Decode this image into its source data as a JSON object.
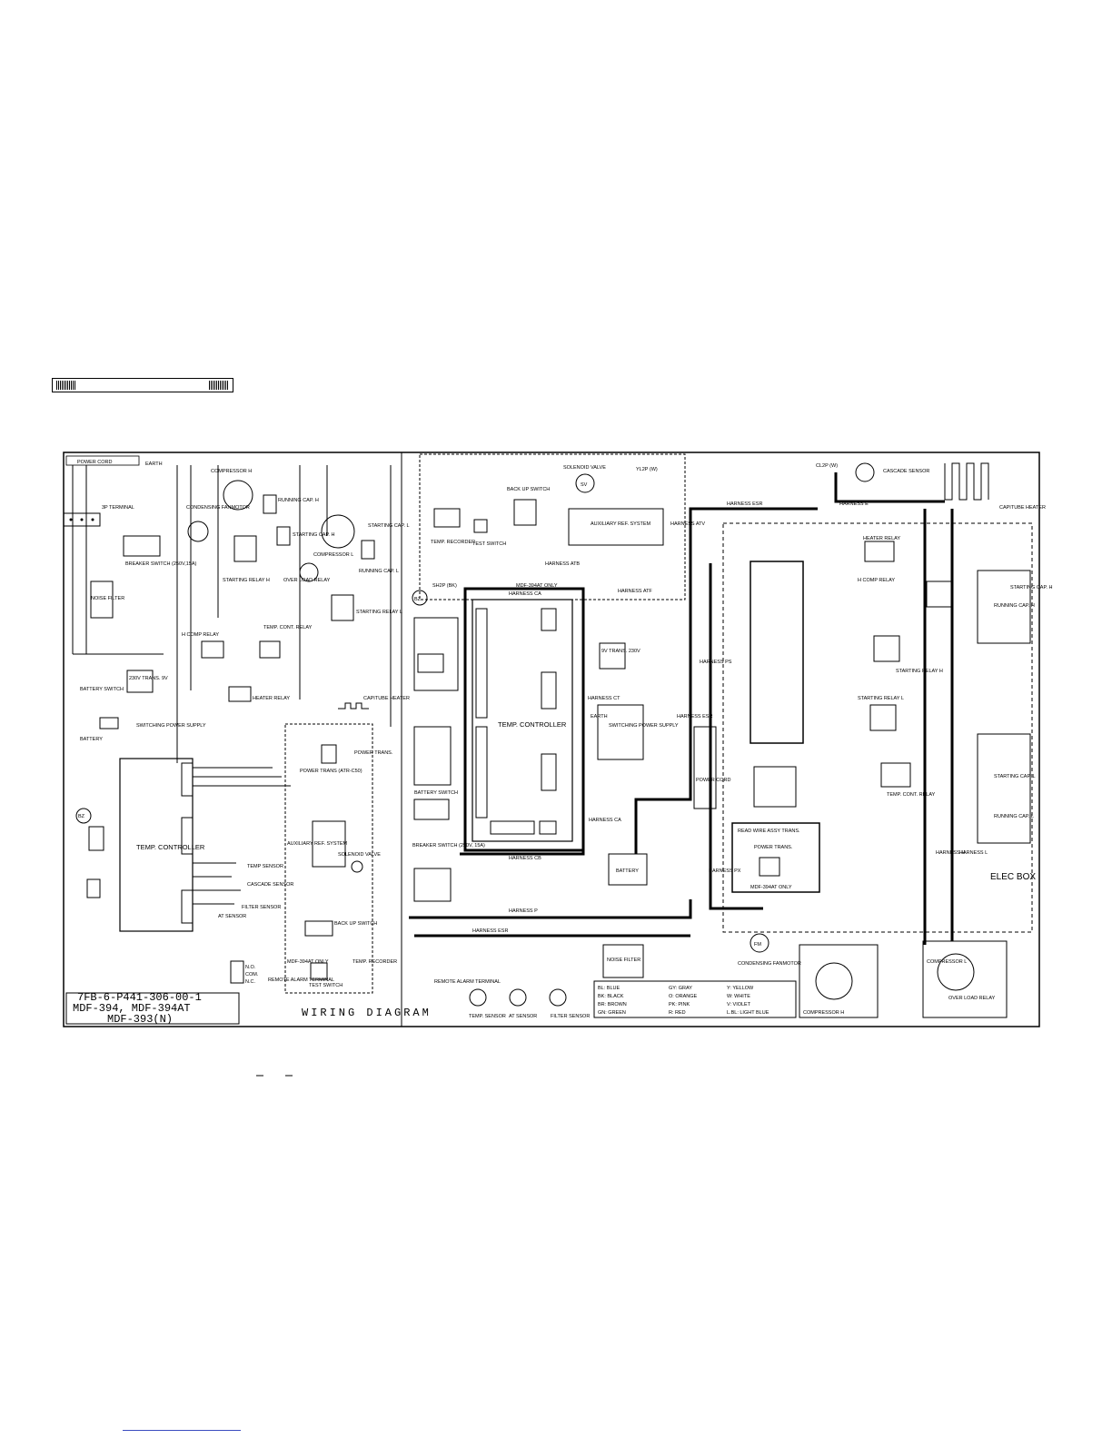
{
  "document": {
    "drawing_number": "7FB-6-P441-306-00-1",
    "models_line1": "MDF-394, MDF-394AT",
    "models_line2": "MDF-393(N)",
    "diagram_title": "WIRING DIAGRAM"
  },
  "left_section": {
    "power_cord": "POWER CORD",
    "earth": "EARTH",
    "terminal": "3P TERMINAL",
    "noise_filter": "NOISE FILTER",
    "breaker_switch": "BREAKER SWITCH (250V,15A)",
    "condensing_fanmotor": "CONDENSING FANMOTOR",
    "compressor_h": "COMPRESSOR H",
    "compressor_l": "COMPRESSOR L",
    "running_cap_h": "RUNNING CAP. H",
    "starting_cap_h": "STARTING CAP. H",
    "starting_relay_h": "STARTING RELAY H",
    "overload_relay": "OVER LOAD RELAY",
    "running_cap_l": "RUNNING CAP. L",
    "starting_cap_l": "STARTING CAP. L",
    "starting_relay_l": "STARTING RELAY L",
    "h_comp_relay": "H COMP RELAY",
    "temp_cont_relay": "TEMP. CONT. RELAY",
    "heater_relay": "HEATER RELAY",
    "capitube_heater": "CAPITUBE HEATER",
    "trans": "230V TRANS. 9V",
    "switching_power_supply": "SWITCHING POWER SUPPLY",
    "battery_switch": "BATTERY SWITCH",
    "battery": "BATTERY",
    "temp_controller": "TEMP. CONTROLLER",
    "bz": "BZ",
    "temp_sensor": "TEMP SENSOR",
    "cascade_sensor": "CASCADE SENSOR",
    "filter_sensor": "FILTER SENSOR",
    "at_sensor": "AT SENSOR",
    "remote_alarm": "REMOTE ALARM TERMINAL",
    "no": "N.O.",
    "com": "COM.",
    "nc": "N.C.",
    "power_trans": "POWER TRANS.",
    "power_trans_model": "POWER TRANS (ATR-C50)",
    "auxiliary_ref": "AUXILIARY REF. SYSTEM",
    "solenoid_valve": "SOLENOID VALVE",
    "backup_switch": "BACK UP SWITCH",
    "test_switch": "TEST SWITCH",
    "temp_recorder": "TEMP. RECORDER",
    "mdf_394at_only": "MDF-394AT ONLY"
  },
  "right_section": {
    "temp_recorder": "TEMP. RECORDER",
    "test_switch": "TEST SWITCH",
    "backup_switch": "BACK UP SWITCH",
    "solenoid_valve": "SOLENOID VALVE",
    "sv": "SV",
    "auxiliary_ref": "AUXILIARY REF. SYSTEM",
    "harness_atb": "HARNESS ATB",
    "harness_atf": "HARNESS ATF",
    "harness_atv": "HARNESS ATV",
    "yl2p": "YL2P (W)",
    "mdf_394at_only": "MDF-394AT ONLY",
    "bz": "BZ",
    "sh2p_bk": "SH2P (BK)",
    "harness_ca": "HARNESS CA",
    "temp_controller": "TEMP. CONTROLLER",
    "trans": "9V TRANS. 230V",
    "switching_power_supply": "SWITCHING POWER SUPPLY",
    "earth": "EARTH",
    "harness_ct": "HARNESS CT",
    "harness_cb": "HARNESS CB",
    "harness_esr": "HARNESS ESR",
    "harness_ps": "HARNESS PS",
    "harness_p": "HARNESS P",
    "harness_px": "HARNESS PX",
    "harness_h": "HARNESS H",
    "harness_l": "HARNESS L",
    "harness_e": "HARNESS E",
    "battery": "BATTERY",
    "battery_switch": "BATTERY SWITCH",
    "breaker_switch": "BREAKER SWITCH (250V, 15A)",
    "power_cord": "POWER CORD",
    "read_wire_assy": "READ WIRE ASSY TRANS.",
    "power_trans": "POWER TRANS.",
    "mdf_394at": "MDF-394AT ONLY",
    "cl2p": "CL2P (W)",
    "cascade_sensor": "CASCADE SENSOR",
    "capitube_heater": "CAPITUBE HEATER",
    "heater_relay": "HEATER RELAY",
    "h_comp_relay": "H COMP RELAY",
    "running_cap_h": "RUNNING CAP. H",
    "starting_cap_h": "STARTING CAP. H",
    "starting_relay_h": "STARTING RELAY H",
    "starting_relay_l": "STARTING RELAY L",
    "temp_cont_relay": "TEMP. CONT. RELAY",
    "starting_cap_l": "STARTING CAP. L",
    "running_cap_l": "RUNNING CAP. L",
    "elec_box": "ELEC BOX",
    "noise_filter": "NOISE FILTER",
    "condensing_fanmotor": "CONDENSING FANMOTOR",
    "fm": "FM",
    "compressor_h": "COMPRESSOR H",
    "compressor_l": "COMPRESSOR L",
    "overload_relay": "OVER LOAD RELAY",
    "temp_sensor": "TEMP. SENSOR",
    "at_sensor": "AT SENSOR",
    "filter_sensor": "FILTER SENSOR",
    "remote_alarm": "REMOTE ALARM TERMINAL"
  },
  "legend": {
    "row1": [
      "BL: BLUE",
      "GY: GRAY",
      "Y: YELLOW"
    ],
    "row2": [
      "BK: BLACK",
      "O: ORANGE",
      "W: WHITE"
    ],
    "row3": [
      "BR: BROWN",
      "PK: PINK",
      "V: VIOLET"
    ],
    "row4": [
      "GN: GREEN",
      "R: RED",
      "L.BL: LIGHT BLUE"
    ]
  }
}
